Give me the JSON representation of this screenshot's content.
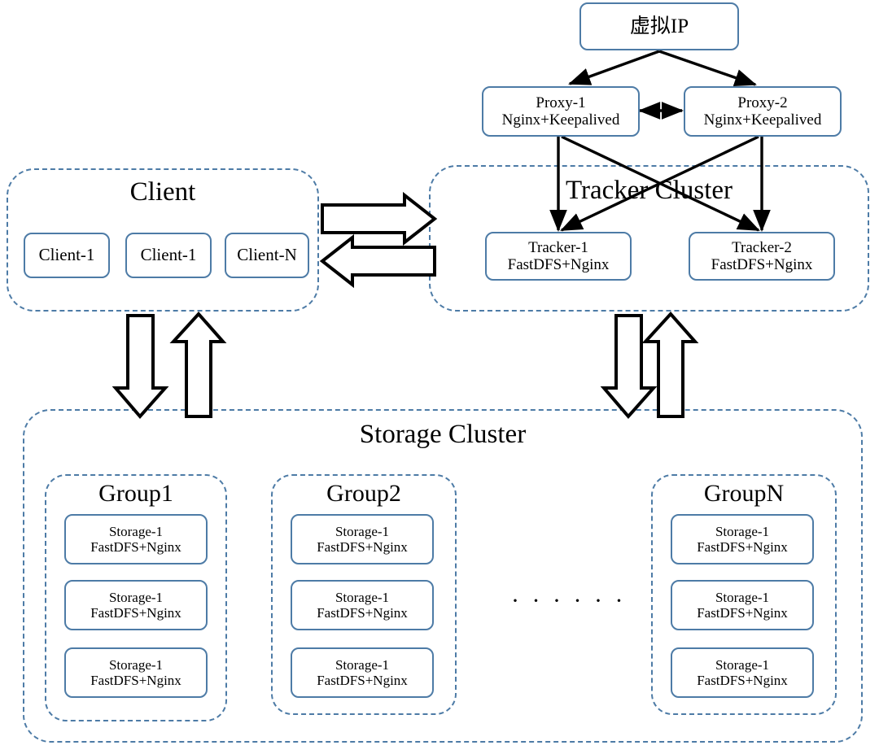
{
  "diagram": {
    "title": "FastDFS High-Availability Cluster Architecture",
    "accent_color": "#4d7ba6",
    "arrow_color": "#000000",
    "background": "#ffffff"
  },
  "vip": {
    "label": "虚拟IP"
  },
  "proxies": [
    {
      "name": "Proxy-1",
      "stack": "Nginx+Keepalived"
    },
    {
      "name": "Proxy-2",
      "stack": "Nginx+Keepalived"
    }
  ],
  "client_cluster": {
    "title": "Client",
    "nodes": [
      {
        "label": "Client-1"
      },
      {
        "label": "Client-1"
      },
      {
        "label": "Client-N"
      }
    ]
  },
  "tracker_cluster": {
    "title": "Tracker Cluster",
    "nodes": [
      {
        "name": "Tracker-1",
        "stack": "FastDFS+Nginx"
      },
      {
        "name": "Tracker-2",
        "stack": "FastDFS+Nginx"
      }
    ]
  },
  "storage_cluster": {
    "title": "Storage Cluster",
    "ellipsis": "· · · · · ·",
    "groups": [
      {
        "title": "Group1",
        "nodes": [
          {
            "name": "Storage-1",
            "stack": "FastDFS+Nginx"
          },
          {
            "name": "Storage-1",
            "stack": "FastDFS+Nginx"
          },
          {
            "name": "Storage-1",
            "stack": "FastDFS+Nginx"
          }
        ]
      },
      {
        "title": "Group2",
        "nodes": [
          {
            "name": "Storage-1",
            "stack": "FastDFS+Nginx"
          },
          {
            "name": "Storage-1",
            "stack": "FastDFS+Nginx"
          },
          {
            "name": "Storage-1",
            "stack": "FastDFS+Nginx"
          }
        ]
      },
      {
        "title": "GroupN",
        "nodes": [
          {
            "name": "Storage-1",
            "stack": "FastDFS+Nginx"
          },
          {
            "name": "Storage-1",
            "stack": "FastDFS+Nginx"
          },
          {
            "name": "Storage-1",
            "stack": "FastDFS+Nginx"
          }
        ]
      }
    ]
  },
  "connectors": [
    {
      "id": "vip-to-proxy1",
      "from": "vip",
      "to": "Proxy-1",
      "style": "thin-arrow",
      "direction": "one-way"
    },
    {
      "id": "vip-to-proxy2",
      "from": "vip",
      "to": "Proxy-2",
      "style": "thin-arrow",
      "direction": "one-way"
    },
    {
      "id": "proxy1-proxy2",
      "from": "Proxy-1",
      "to": "Proxy-2",
      "style": "thin-arrow",
      "direction": "two-way"
    },
    {
      "id": "proxy1-to-tracker1",
      "from": "Proxy-1",
      "to": "Tracker-1",
      "style": "thin-arrow",
      "direction": "one-way"
    },
    {
      "id": "proxy1-to-tracker2",
      "from": "Proxy-1",
      "to": "Tracker-2",
      "style": "thin-arrow",
      "direction": "one-way"
    },
    {
      "id": "proxy2-to-tracker2",
      "from": "Proxy-2",
      "to": "Tracker-2",
      "style": "thin-arrow",
      "direction": "one-way"
    },
    {
      "id": "proxy2-to-tracker1",
      "from": "Proxy-2",
      "to": "Tracker-1",
      "style": "thin-arrow",
      "direction": "one-way"
    },
    {
      "id": "client-to-tracker",
      "from": "Client",
      "to": "Tracker Cluster",
      "style": "block-arrow",
      "direction": "right"
    },
    {
      "id": "tracker-to-client",
      "from": "Tracker Cluster",
      "to": "Client",
      "style": "block-arrow",
      "direction": "left"
    },
    {
      "id": "client-to-storage",
      "from": "Client",
      "to": "Storage Cluster",
      "style": "block-arrow",
      "direction": "down"
    },
    {
      "id": "storage-to-client",
      "from": "Storage Cluster",
      "to": "Client",
      "style": "block-arrow",
      "direction": "up"
    },
    {
      "id": "tracker-to-storage",
      "from": "Tracker Cluster",
      "to": "Storage Cluster",
      "style": "block-arrow",
      "direction": "down"
    },
    {
      "id": "storage-to-tracker",
      "from": "Storage Cluster",
      "to": "Tracker Cluster",
      "style": "block-arrow",
      "direction": "up"
    }
  ]
}
